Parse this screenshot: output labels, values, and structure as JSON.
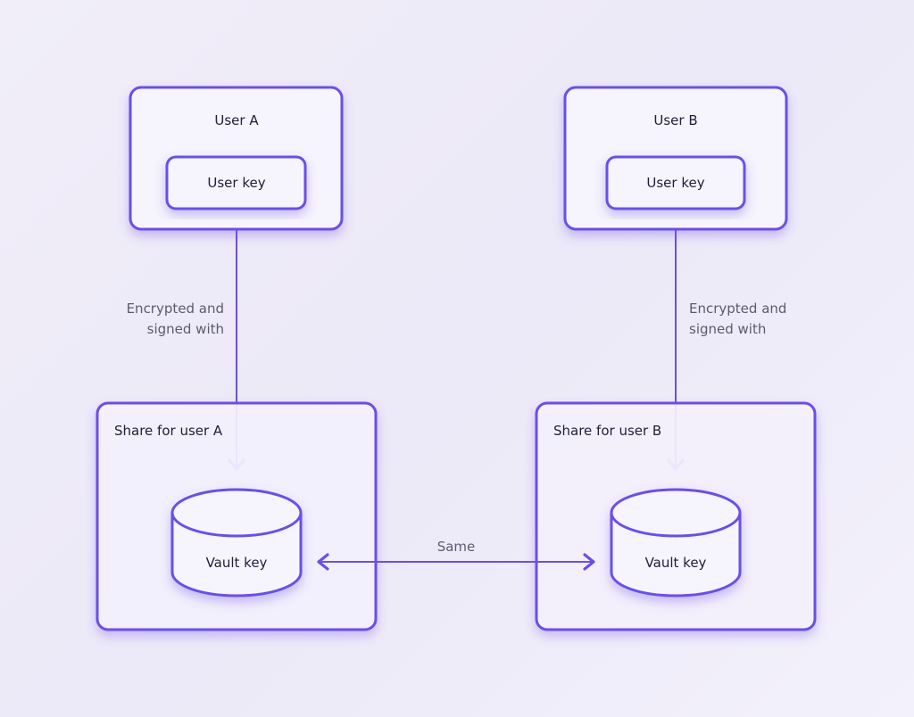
{
  "diagram": {
    "users": [
      {
        "title": "User A",
        "key_label": "User key",
        "edge_label_line1": "Encrypted and",
        "edge_label_line2": "signed with"
      },
      {
        "title": "User B",
        "key_label": "User key",
        "edge_label_line1": "Encrypted and",
        "edge_label_line2": "signed with"
      }
    ],
    "shares": [
      {
        "title": "Share for user A",
        "vault_label": "Vault key"
      },
      {
        "title": "Share for user B",
        "vault_label": "Vault key"
      }
    ],
    "relation_label": "Same"
  },
  "colors": {
    "accent": "#6a4fe8",
    "node_fill": "#f6f4fd",
    "text": "#22203a",
    "edge_text": "#5c5a6e"
  }
}
